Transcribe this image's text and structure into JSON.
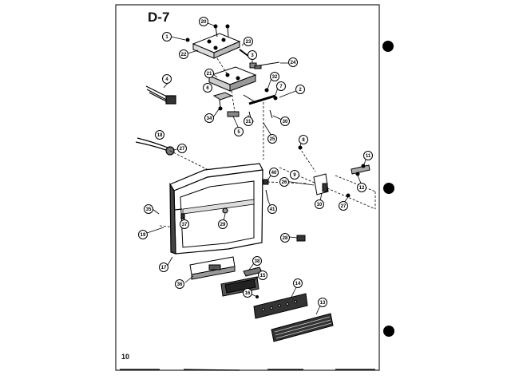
{
  "page": {
    "title": "D-7",
    "page_number": "10"
  },
  "callouts": [
    {
      "id": "c-20",
      "label": "20"
    },
    {
      "id": "c-1",
      "label": "1"
    },
    {
      "id": "c-23",
      "label": "23"
    },
    {
      "id": "c-22",
      "label": "22"
    },
    {
      "id": "c-3",
      "label": "3"
    },
    {
      "id": "c-21",
      "label": "21"
    },
    {
      "id": "c-24",
      "label": "24"
    },
    {
      "id": "c-4",
      "label": "4"
    },
    {
      "id": "c-6",
      "label": "6"
    },
    {
      "id": "c-32",
      "label": "32"
    },
    {
      "id": "c-7",
      "label": "7"
    },
    {
      "id": "c-2",
      "label": "2"
    },
    {
      "id": "c-34",
      "label": "34"
    },
    {
      "id": "c-5",
      "label": "5"
    },
    {
      "id": "c-31",
      "label": "31"
    },
    {
      "id": "c-30a",
      "label": "30"
    },
    {
      "id": "c-25",
      "label": "25"
    },
    {
      "id": "c-18",
      "label": "18"
    },
    {
      "id": "c-27a",
      "label": "27"
    },
    {
      "id": "c-8",
      "label": "8"
    },
    {
      "id": "c-11",
      "label": "11"
    },
    {
      "id": "c-40",
      "label": "40"
    },
    {
      "id": "c-9",
      "label": "9"
    },
    {
      "id": "c-26",
      "label": "26"
    },
    {
      "id": "c-12",
      "label": "12"
    },
    {
      "id": "c-10",
      "label": "10"
    },
    {
      "id": "c-27b",
      "label": "27"
    },
    {
      "id": "c-41",
      "label": "41"
    },
    {
      "id": "c-35",
      "label": "35"
    },
    {
      "id": "c-37",
      "label": "37"
    },
    {
      "id": "c-29",
      "label": "29"
    },
    {
      "id": "c-19",
      "label": "19"
    },
    {
      "id": "c-28",
      "label": "28"
    },
    {
      "id": "c-17",
      "label": "17"
    },
    {
      "id": "c-38",
      "label": "38"
    },
    {
      "id": "c-36",
      "label": "36"
    },
    {
      "id": "c-15",
      "label": "15"
    },
    {
      "id": "c-16",
      "label": "16"
    },
    {
      "id": "c-14",
      "label": "14"
    },
    {
      "id": "c-13",
      "label": "13"
    }
  ]
}
